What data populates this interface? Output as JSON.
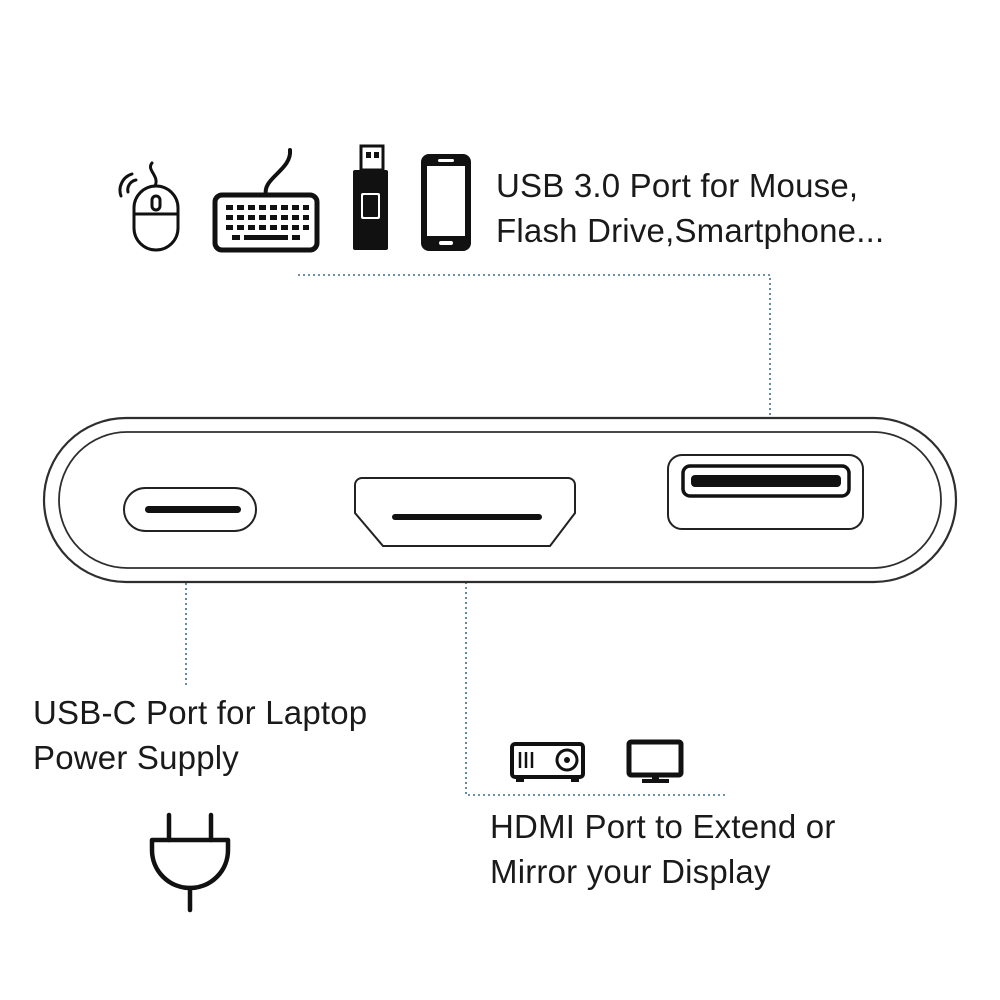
{
  "labels": {
    "usb3": {
      "line1": "USB 3.0 Port for Mouse,",
      "line2": "Flash Drive,Smartphone..."
    },
    "usbc": {
      "line1": "USB-C Port for Laptop",
      "line2": "Power Supply"
    },
    "hdmi": {
      "line1": "HDMI Port to Extend or",
      "line2": "Mirror your Display"
    }
  },
  "icons": {
    "usb3_devices": [
      "mouse-icon",
      "keyboard-icon",
      "usb-flash-drive-icon",
      "smartphone-icon"
    ],
    "hdmi_devices": [
      "projector-icon",
      "monitor-icon"
    ],
    "power": "power-plug-icon"
  },
  "colors": {
    "line_art": "#111111",
    "hub_outline": "#333333",
    "leader_line": "#3a6f8a"
  }
}
